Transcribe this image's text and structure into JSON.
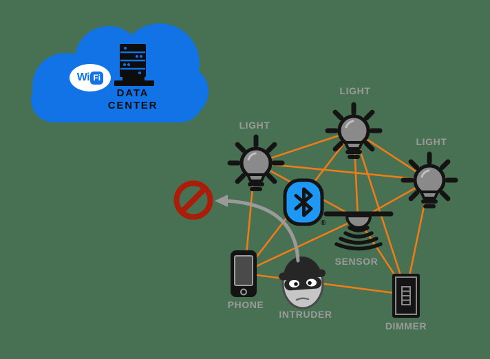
{
  "colors": {
    "background": "#487052",
    "cloud_blue": "#1173e6",
    "bluetooth_blue": "#1e98f5",
    "mesh_line_orange": "#ee7d18",
    "label_gray": "#9b9b9b",
    "blocked_sign_red": "#ab1d09",
    "arrow_gray": "#9a9a9a",
    "icon_black": "#141414",
    "icon_gray": "#8a8a8a"
  },
  "cloud": {
    "wifi_logo": {
      "wi": "Wi",
      "fi": "Fi"
    },
    "label_line1": "DATA",
    "label_line2": "CENTER"
  },
  "bluetooth": {
    "registered_mark": "®"
  },
  "nodes": {
    "light1": {
      "label": "LIGHT"
    },
    "light2": {
      "label": "LIGHT"
    },
    "light3": {
      "label": "LIGHT"
    },
    "sensor": {
      "label": "SENSOR"
    },
    "phone": {
      "label": "PHONE"
    },
    "intruder": {
      "label": "INTRUDER"
    },
    "dimmer": {
      "label": "DIMMER"
    }
  }
}
